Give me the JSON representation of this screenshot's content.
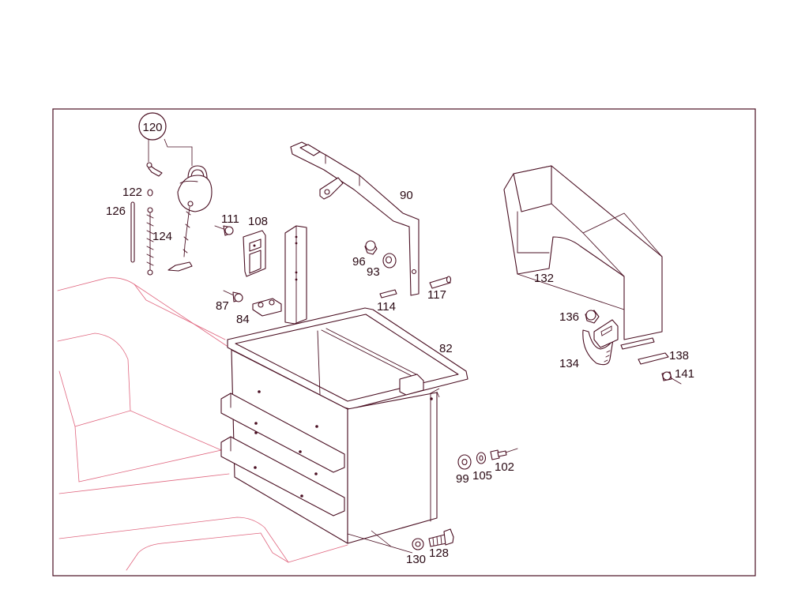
{
  "colors": {
    "line": "#4a0f22",
    "context_line": "#e0667f",
    "background": "#ffffff"
  },
  "callouts": {
    "p120": "120",
    "p122": "122",
    "p126": "126",
    "p124": "124",
    "p111": "111",
    "p108": "108",
    "p90": "90",
    "p96": "96",
    "p93": "93",
    "p114": "114",
    "p117": "117",
    "p87": "87",
    "p84": "84",
    "p82": "82",
    "p132": "132",
    "p136": "136",
    "p134": "134",
    "p138": "138",
    "p141": "141",
    "p99": "99",
    "p105": "105",
    "p102": "102",
    "p130": "130",
    "p128": "128"
  }
}
